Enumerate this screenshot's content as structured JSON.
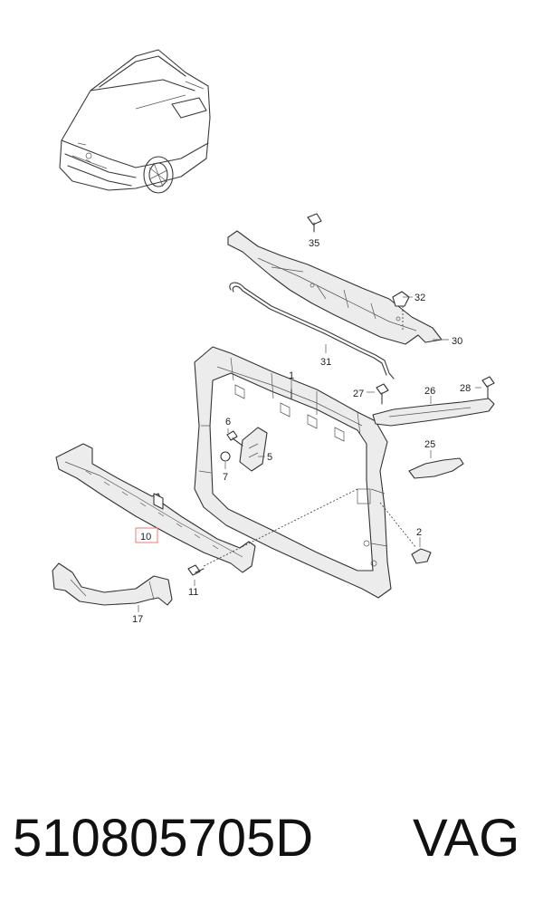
{
  "callouts": {
    "c1": "1",
    "c2": "2",
    "c5": "5",
    "c6": "6",
    "c7": "7",
    "c10": "10",
    "c11": "11",
    "c17": "17",
    "c25": "25",
    "c26": "26",
    "c27": "27",
    "c28": "28",
    "c30": "30",
    "c31": "31",
    "c32": "32",
    "c35": "35"
  },
  "highlight_color": "#e87a7a",
  "footer": {
    "part_number": "510805705D",
    "brand": "VAG"
  }
}
